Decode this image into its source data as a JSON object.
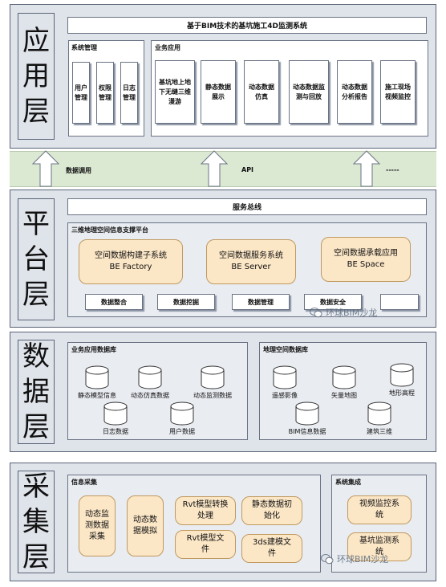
{
  "application_layer": {
    "label": "应用层",
    "title": "基于BIM技术的基坑施工4D监测系统",
    "system_management": {
      "title": "系统管理",
      "items": [
        "用户管理",
        "权限管理",
        "日志管理"
      ]
    },
    "business_apps": {
      "title": "业务应用",
      "items": [
        "基坑地上地下无缝三维漫游",
        "静态数据展示",
        "动态数据仿真",
        "动态数据监测与回放",
        "动态数据分析报告",
        "施工现场视频监控"
      ]
    }
  },
  "interfaces": {
    "left": "数据调用",
    "center": "API",
    "right": "-----"
  },
  "platform_layer": {
    "label": "平台层",
    "service_bus": "服务总线",
    "platform_title": "三维地理空间信息支撑平台",
    "subsystems": [
      {
        "name": "空间数据构建子系统",
        "en": "BE Factory"
      },
      {
        "name": "空间数据服务系统",
        "en": "BE Server"
      },
      {
        "name": "空间数据承载应用",
        "en": "BE Space"
      }
    ],
    "tools": [
      "数据整合",
      "数据挖掘",
      "数据管理",
      "数据安全",
      ""
    ]
  },
  "data_layer": {
    "label": "数据层",
    "business_db": {
      "title": "业务应用数据库",
      "items": [
        "静态模型信息",
        "动态仿真数据",
        "动态监测数据",
        "日志数据",
        "用户数据"
      ]
    },
    "geo_db": {
      "title": "地理空间数据库",
      "items": [
        "遥感影像",
        "矢量地图",
        "地形高程",
        "BIM信息数据",
        "建筑三维"
      ]
    }
  },
  "collection_layer": {
    "label": "采集层",
    "info_collection": {
      "title": "信息采集",
      "items": [
        "动态监测数据采集",
        "动态数据模拟",
        "Rvt模型转换处理",
        "静态数据初始化",
        "Rvt模型文件",
        "3ds建模文件"
      ]
    },
    "system_integration": {
      "title": "系统集成",
      "items": [
        "视频监控系统",
        "基坑监测系统"
      ]
    }
  },
  "watermark": "环球BIM沙龙",
  "colors": {
    "layer_bg": "#dfe3ea",
    "subsystem_bg": "#fbe6c6",
    "interface_band": "#dbe8d2",
    "db_fill": "#ffffff"
  }
}
